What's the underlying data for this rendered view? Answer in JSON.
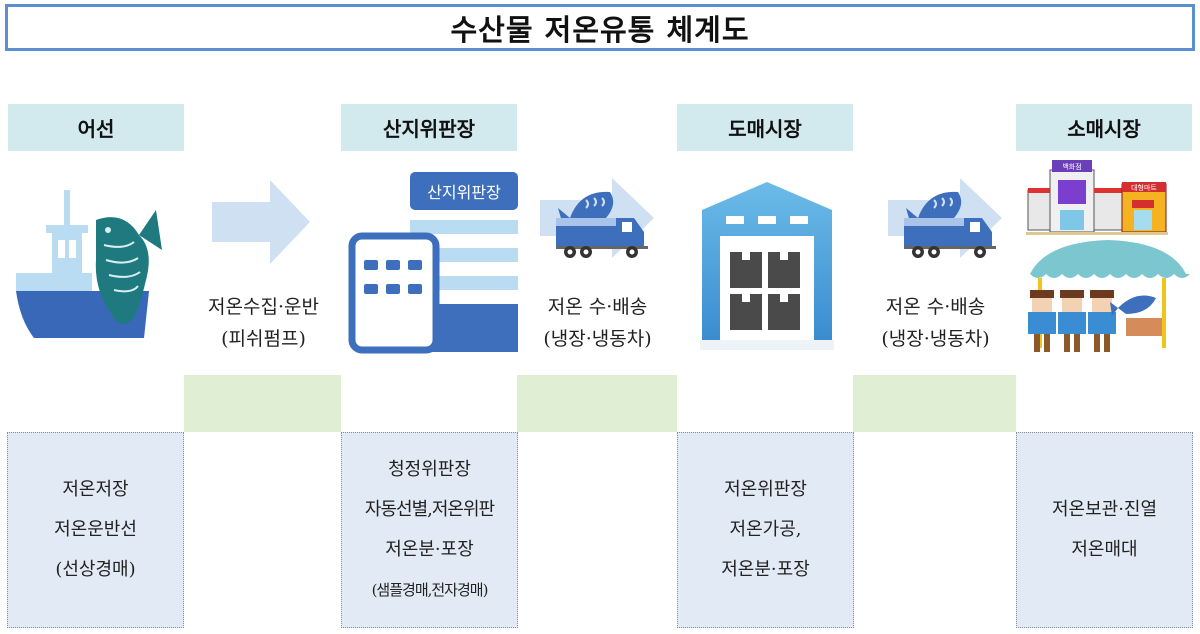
{
  "title": "수산물 저온유통 체계도",
  "colors": {
    "title_border": "#5b8fcf",
    "header_bg": "#d2e9ee",
    "green_bar": "#e0eed3",
    "detail_bg": "#e2ebf5",
    "arrow": "#cfe0f3",
    "boat_hull": "#3a68b8",
    "boat_cabin": "#b9dcf2",
    "fish_teal": "#1f7a7f",
    "building_blue": "#3e6fbd",
    "warehouse_blue": "#4aa3dc",
    "truck_blue": "#3e6fbd"
  },
  "stages": [
    {
      "header": "어선",
      "icon": "fishing-boat-icon",
      "details": [
        "저온저장",
        "저온운반선",
        "(선상경매)"
      ]
    },
    {
      "header": "산지위판장",
      "icon": "auction-building-icon",
      "icon_sign": "산지위판장",
      "details": [
        "청정위판장",
        "자동선별,저온위판",
        "저온분·포장",
        "(샘플경매,전자경매)"
      ]
    },
    {
      "header": "도매시장",
      "icon": "warehouse-icon",
      "details": [
        "저온위판장",
        "저온가공,",
        "저온분·포장"
      ]
    },
    {
      "header": "소매시장",
      "icon": "retail-market-icon",
      "icon_signs": [
        "백화점",
        "대형마트"
      ],
      "details": [
        "저온보관·진열",
        "저온매대"
      ]
    }
  ],
  "transitions": [
    {
      "icon": "arrow-right-icon",
      "caption": [
        "저온수집·운반",
        "(피쉬펌프)"
      ]
    },
    {
      "icon": "refrigerated-truck-icon",
      "caption": [
        "저온 수·배송",
        "(냉장·냉동차)"
      ]
    },
    {
      "icon": "refrigerated-truck-icon",
      "caption": [
        "저온 수·배송",
        "(냉장·냉동차)"
      ]
    }
  ]
}
